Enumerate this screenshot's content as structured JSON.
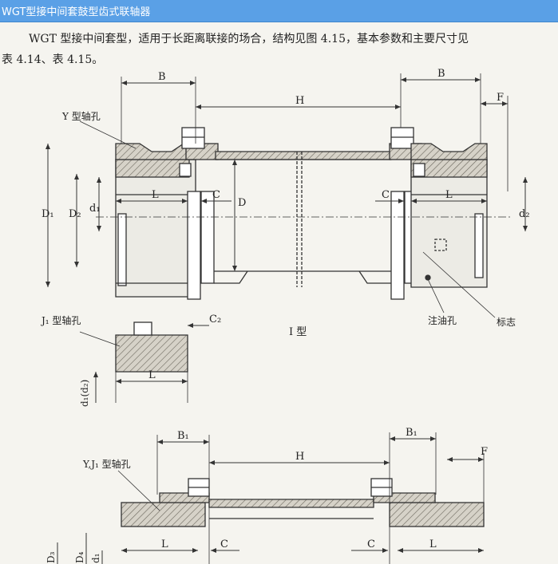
{
  "window": {
    "title": "WGT型接中间套鼓型齿式联轴器"
  },
  "description": {
    "line1": "WGT 型接中间套型，适用于长距离联接的场合，结构见图 4.15，基本参数和主要尺寸见",
    "line2": "表 4.14、表 4.15。"
  },
  "drawing1": {
    "labels": {
      "B_left": "B",
      "B_right": "B",
      "H": "H",
      "F": "F",
      "y_hole": "Y 型轴孔",
      "D1": "D₁",
      "D2": "D₂",
      "d1": "d₁",
      "L_left": "L",
      "C_left": "C",
      "D": "D",
      "C_right": "C",
      "L_right": "L",
      "d2": "d₂",
      "j1_hole": "J₁ 型轴孔",
      "C2": "C₂",
      "type_label": "I 型",
      "oil_hole": "注油孔",
      "mark": "标志",
      "L_j1": "L",
      "d_j1": "d₁(d₂)"
    }
  },
  "drawing2": {
    "labels": {
      "B1_left": "B₁",
      "B1_right": "B₁",
      "H": "H",
      "F": "F",
      "yj1_hole": "Y,J₁ 型轴孔",
      "L_left": "L",
      "C_left": "C",
      "C_right": "C",
      "L_right": "L",
      "D3": "D₃",
      "D4": "D₄",
      "d1": "d₁"
    }
  }
}
